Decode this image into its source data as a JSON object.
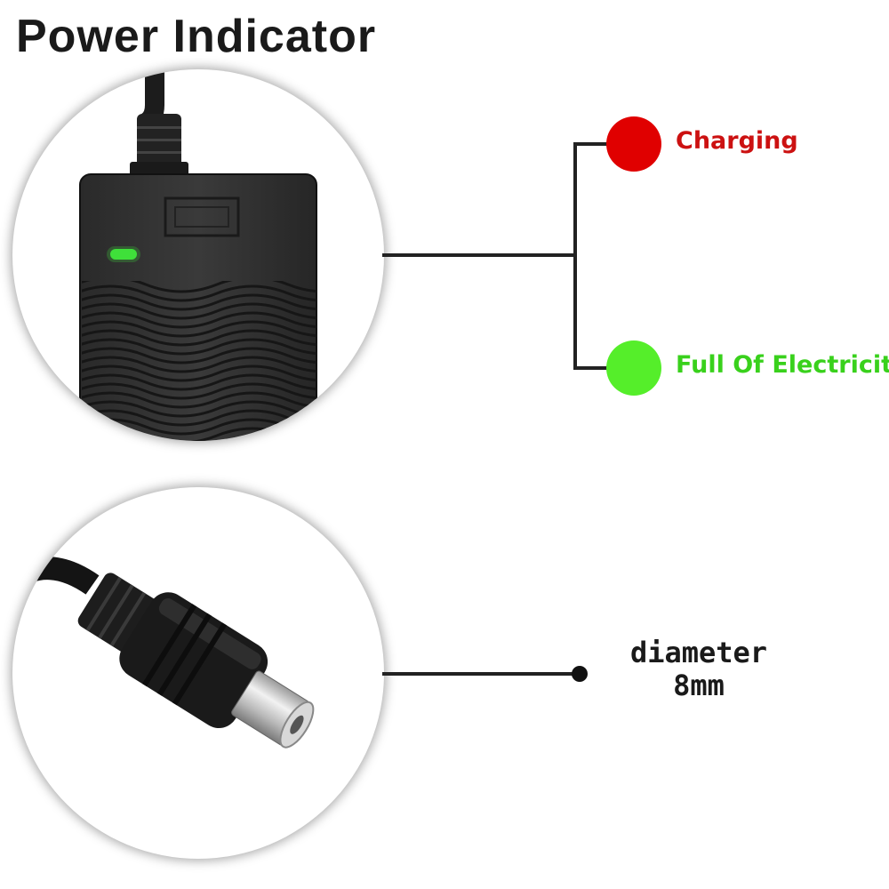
{
  "title": "Power Indicator",
  "indicators": [
    {
      "label": "Charging",
      "color": "#cc1111",
      "dot_color": "#e00000"
    },
    {
      "label": "Full Of Electricity",
      "color": "#39d11c",
      "dot_color": "#55ee2a"
    }
  ],
  "connector": {
    "line1": "diameter",
    "line2": "8mm"
  },
  "adapter": {
    "led_color": "#3fe03a"
  }
}
